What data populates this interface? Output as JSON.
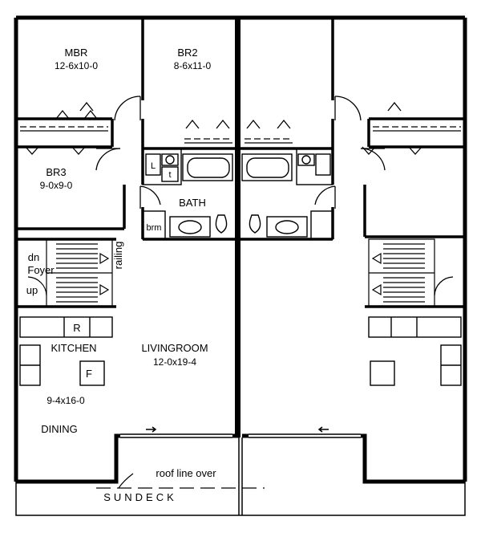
{
  "rooms": {
    "mbr": {
      "name": "MBR",
      "size": "12-6x10-0"
    },
    "br2": {
      "name": "BR2",
      "size": "8-6x11-0"
    },
    "br3": {
      "name": "BR3",
      "size": "9-0x9-0"
    },
    "bath": {
      "name": "BATH"
    },
    "linen": {
      "name": "L"
    },
    "tub": {
      "name": "t"
    },
    "broom": {
      "name": "brm"
    },
    "foyer": {
      "name": "Foyer"
    },
    "stair_down": {
      "name": "dn"
    },
    "stair_up": {
      "name": "up"
    },
    "railing": {
      "name": "railing"
    },
    "kitchen": {
      "name": "KITCHEN",
      "size": "9-4x16-0"
    },
    "refrigerator": {
      "name": "R"
    },
    "freezer": {
      "name": "F"
    },
    "dining": {
      "name": "DINING"
    },
    "living": {
      "name": "LIVINGROOM",
      "size": "12-0x19-4"
    },
    "roofline": {
      "name": "roof line over"
    },
    "sundeck": {
      "name": "SUNDECK"
    }
  },
  "colors": {
    "ink": "#000000",
    "paper": "#ffffff"
  }
}
